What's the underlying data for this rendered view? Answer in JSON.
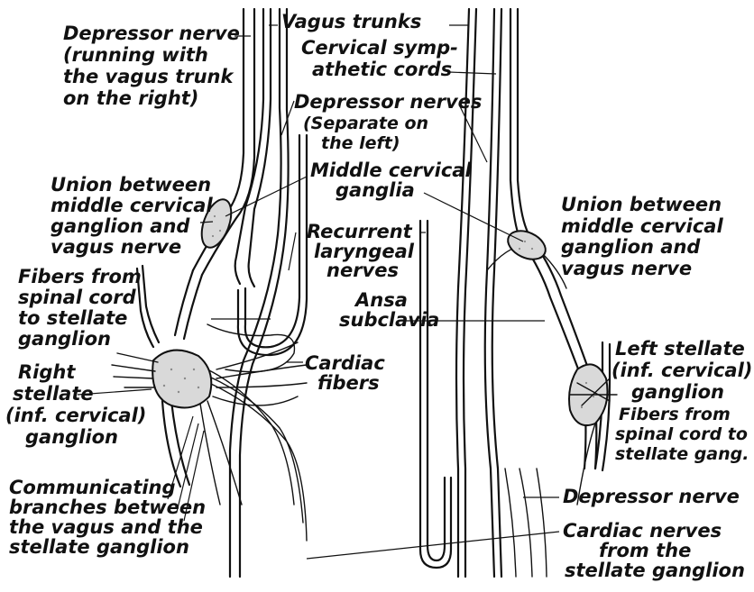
{
  "labels": {
    "vagus_trunks": "Vagus trunks",
    "depressor_right_1": "Depressor nerve",
    "depressor_right_2": "(running with",
    "depressor_right_3": "the vagus trunk",
    "depressor_right_4": "on the right)",
    "cervical_symp_1": "Cervical symp-",
    "cervical_symp_2": "athetic cords",
    "depressor_sep_1": "Depressor nerves",
    "depressor_sep_2": "(Separate on",
    "depressor_sep_3": "the left)",
    "middle_cerv_1": "Middle cervical",
    "middle_cerv_2": "ganglia",
    "union_right_1": "Union between",
    "union_right_2": "middle cervical",
    "union_right_3": "ganglion and",
    "union_right_4": "vagus nerve",
    "union_left_1": "Union between",
    "union_left_2": "middle cervical",
    "union_left_3": "ganglion and",
    "union_left_4": "vagus nerve",
    "recurrent_1": "Recurrent",
    "recurrent_2": "laryngeal",
    "recurrent_3": "nerves",
    "fibers_right_1": "Fibers from",
    "fibers_right_2": "spinal cord",
    "fibers_right_3": "to stellate",
    "fibers_right_4": "ganglion",
    "ansa_1": "Ansa",
    "ansa_2": "subclavia",
    "right_stellate_1": "Right",
    "right_stellate_2": "stellate",
    "right_stellate_3": "(inf. cervical)",
    "right_stellate_4": "ganglion",
    "cardiac_fibers_1": "Cardiac",
    "cardiac_fibers_2": "fibers",
    "left_stellate_1": "Left stellate",
    "left_stellate_2": "(inf. cervical)",
    "left_stellate_3": "ganglion",
    "fibers_left_1": "Fibers from",
    "fibers_left_2": "spinal cord to",
    "fibers_left_3": "stellate gang.",
    "communicating_1": "Communicating",
    "communicating_2": "branches between",
    "communicating_3": "the vagus and the",
    "communicating_4": "stellate ganglion",
    "depressor_nerve_left": "Depressor nerve",
    "cardiac_nerves_1": "Cardiac nerves",
    "cardiac_nerves_2": "from the",
    "cardiac_nerves_3": "stellate ganglion"
  }
}
